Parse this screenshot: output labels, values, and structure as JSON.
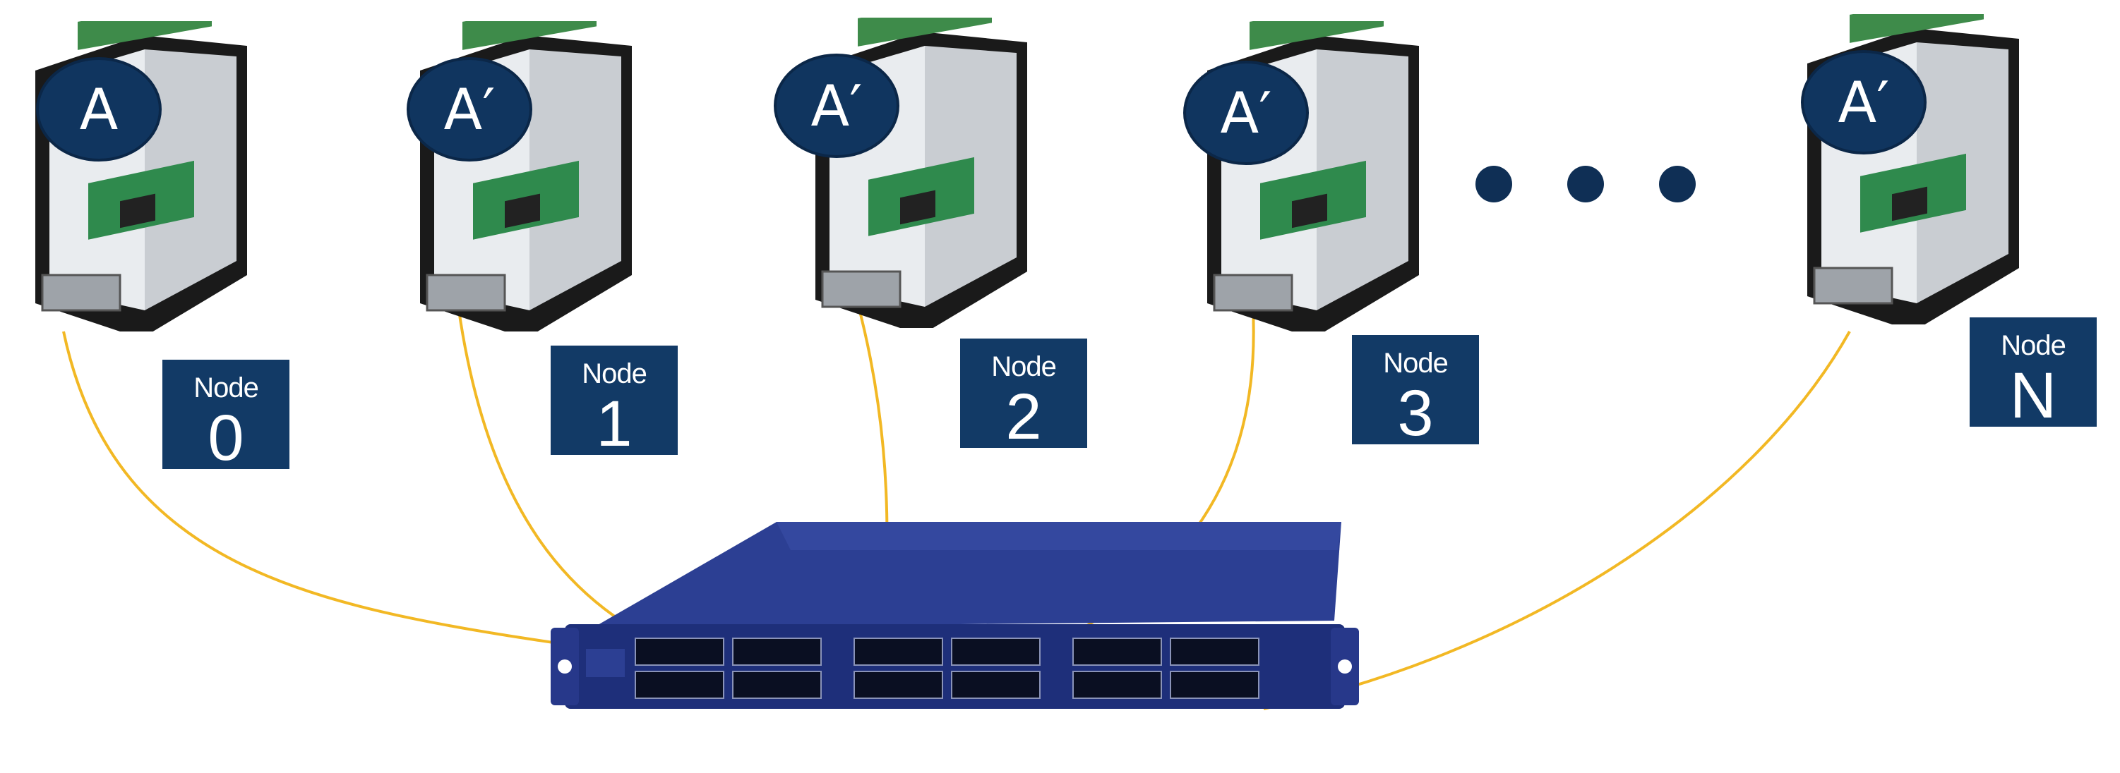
{
  "nodes": [
    {
      "badge": "A",
      "word": "Node",
      "number": "0"
    },
    {
      "badge": "A′",
      "word": "Node",
      "number": "1"
    },
    {
      "badge": "A′",
      "word": "Node",
      "number": "2"
    },
    {
      "badge": "A′",
      "word": "Node",
      "number": "3"
    },
    {
      "badge": "A′",
      "word": "Node",
      "number": "N"
    }
  ],
  "colors": {
    "badge": "#10355f",
    "label": "#123a66",
    "cable": "#f2b824",
    "switch_body": "#1e2f7a",
    "switch_top": "#2c3f93"
  },
  "icons": [
    "server-icon",
    "network-switch-icon",
    "ellipsis-dots-icon"
  ]
}
